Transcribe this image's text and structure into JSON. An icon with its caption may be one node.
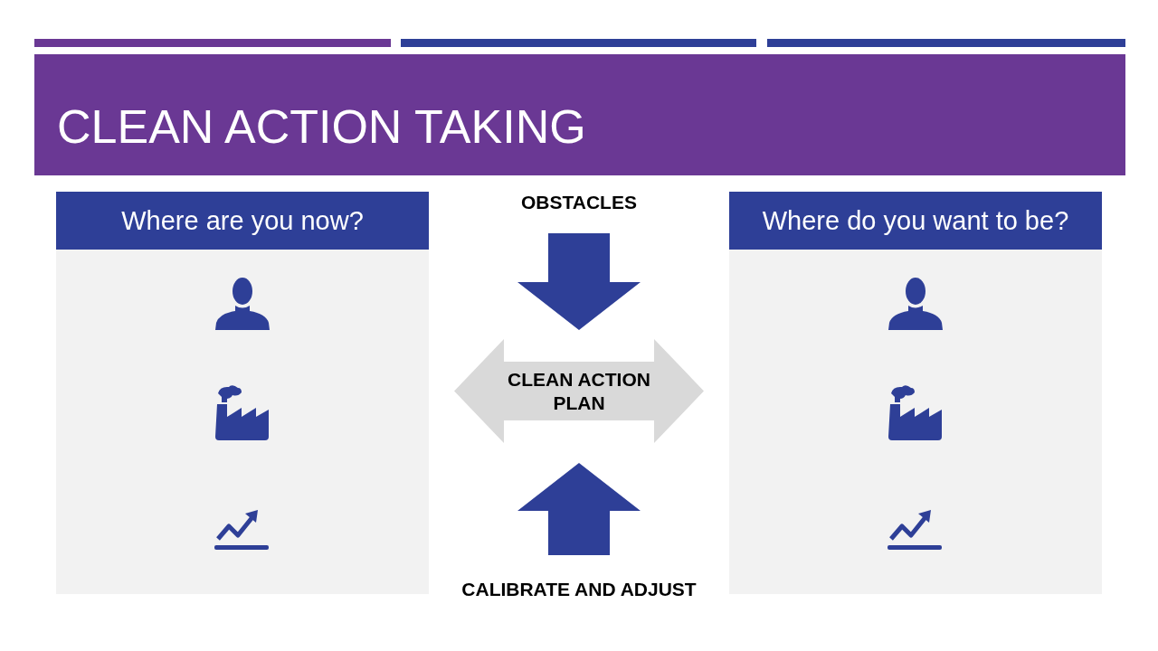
{
  "diagram": {
    "title": "CLEAN ACTION TAKING",
    "nodes": [
      {
        "text": [
          "Where are you now?"
        ]
      },
      {
        "text": [
          "OBSTACLES"
        ]
      },
      {
        "text": [
          "CLEAN ACTION PLAN"
        ]
      },
      {
        "text": [
          "CALIBRATE AND ADJUST"
        ]
      },
      {
        "text": [
          "Where do you want to be?"
        ]
      }
    ],
    "edges": [
      {
        "from": 1,
        "to": 2,
        "arrow": "to",
        "style": "thick"
      },
      {
        "from": 3,
        "to": 2,
        "arrow": "to",
        "style": "thick"
      }
    ]
  }
}
